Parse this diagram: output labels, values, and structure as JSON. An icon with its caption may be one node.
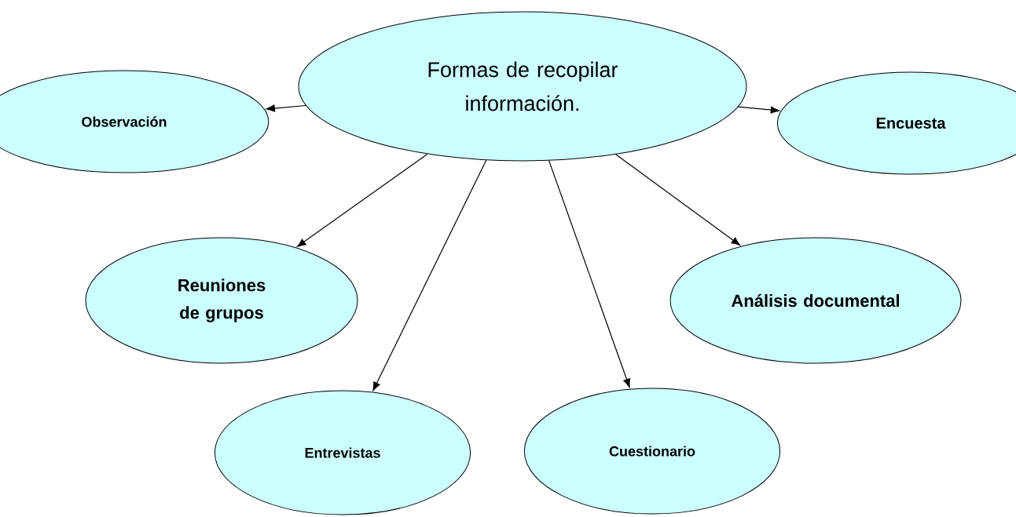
{
  "diagram": {
    "nodes": [
      {
        "text": [
          "Formas de recopilar información."
        ]
      },
      {
        "text": [
          "Observación"
        ]
      },
      {
        "text": [
          "Encuesta"
        ]
      },
      {
        "text": [
          "Reuniones de grupos"
        ]
      },
      {
        "text": [
          "Análisis documental"
        ]
      },
      {
        "text": [
          "Entrevistas"
        ]
      },
      {
        "text": [
          "Cuestionario"
        ]
      }
    ],
    "edges": [
      {
        "from": 0,
        "to": 1,
        "arrow": "to"
      },
      {
        "from": 0,
        "to": 2,
        "arrow": "to"
      },
      {
        "from": 0,
        "to": 3,
        "arrow": "to"
      },
      {
        "from": 0,
        "to": 4,
        "arrow": "to"
      },
      {
        "from": 0,
        "to": 5,
        "arrow": "to"
      },
      {
        "from": 0,
        "to": 6,
        "arrow": "to"
      }
    ]
  }
}
